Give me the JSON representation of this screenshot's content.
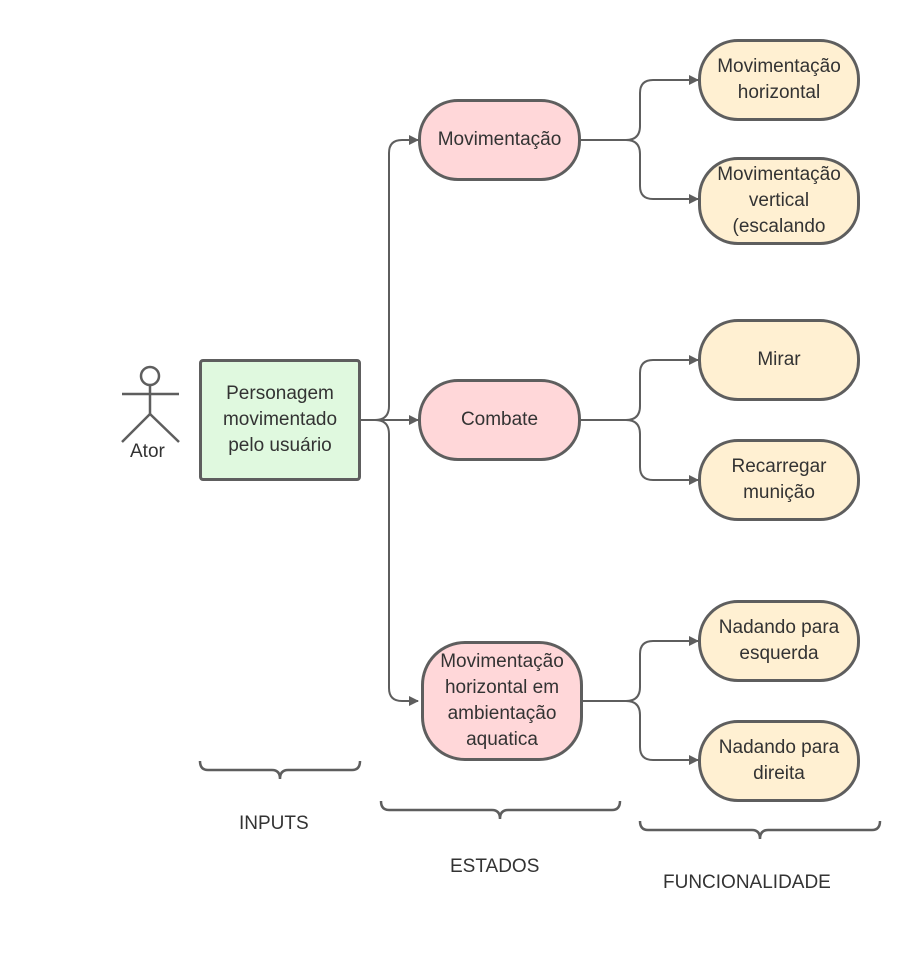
{
  "actor": {
    "label": "Ator"
  },
  "input": {
    "label": "Personagem\nmovimentado\npelo usuário"
  },
  "states": [
    {
      "label": "Movimentação"
    },
    {
      "label": "Combate"
    },
    {
      "label": "Movimentação\nhorizontal em\nambientação\naquatica"
    }
  ],
  "functions": [
    {
      "label": "Movimentação\nhorizontal"
    },
    {
      "label": "Movimentação\nvertical\n(escalando"
    },
    {
      "label": "Mirar"
    },
    {
      "label": "Recarregar\nmunição"
    },
    {
      "label": "Nadando para\nesquerda"
    },
    {
      "label": "Nadando para\ndireita"
    }
  ],
  "sections": {
    "inputs": "INPUTS",
    "estados": "ESTADOS",
    "funcionalidade": "FUNCIONALIDADE"
  },
  "colors": {
    "input_fill": "#e0f9df",
    "state_fill": "#ffd7d9",
    "function_fill": "#fff0d2",
    "stroke": "#5e5e5e"
  }
}
